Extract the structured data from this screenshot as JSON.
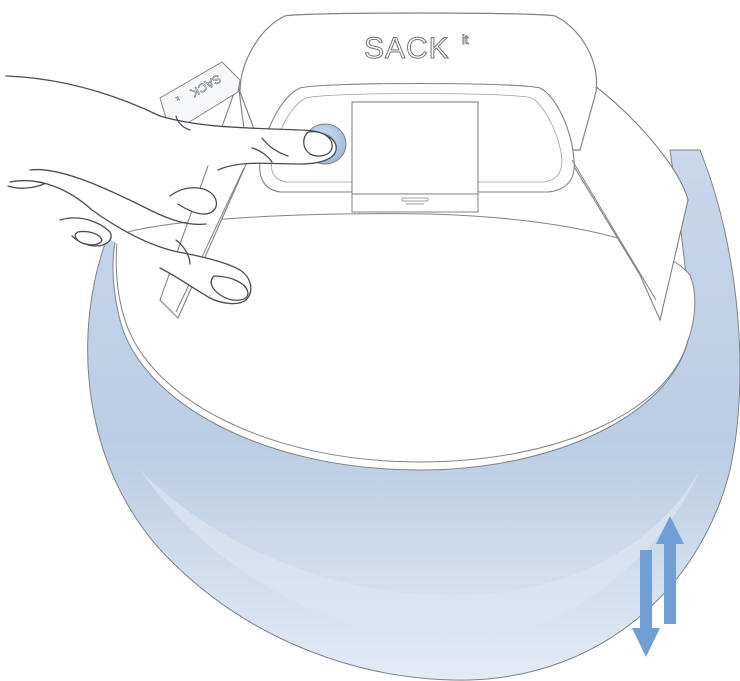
{
  "brand": {
    "name": "SACK",
    "suffix": "it"
  },
  "colors": {
    "background": "#ffffff",
    "outline": "#6f7377",
    "bowl_fill_light": "#e6edf6",
    "bowl_fill_dark": "#b7cbe3",
    "button_fill": "#aac6e2",
    "arrow_fill": "#6f9fd4"
  },
  "arrows": {
    "direction": "up-down",
    "icon": "up-down-arrows-icon"
  }
}
